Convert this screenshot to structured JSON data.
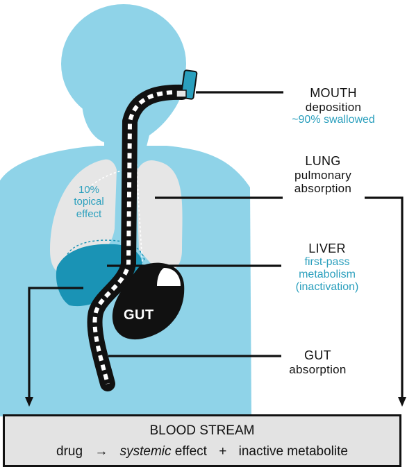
{
  "labels": {
    "mouth": {
      "title": "MOUTH",
      "line1": "deposition",
      "line2": "~90% swallowed"
    },
    "lung": {
      "title": "LUNG",
      "line1": "pulmonary",
      "line2": "absorption"
    },
    "liver": {
      "title": "LIVER",
      "line1": "first-pass",
      "line2": "metabolism",
      "line3": "(inactivation)"
    },
    "gut": {
      "title": "GUT",
      "line1": "absorption"
    },
    "topical": {
      "line1": "10%",
      "line2": "topical",
      "line3": "effect"
    },
    "gut_organ": "GUT"
  },
  "blood_stream": {
    "title": "BLOOD STREAM",
    "drug": "drug",
    "arrow": "→",
    "systemic": "systemic",
    "effect": "effect",
    "plus": "+",
    "metabolite": "inactive metabolite"
  },
  "colors": {
    "body": "#8fd3e8",
    "lung": "#e6e6e6",
    "liver": "#1a93b5",
    "label_accent": "#2a9fbd",
    "tract": "#111111"
  }
}
